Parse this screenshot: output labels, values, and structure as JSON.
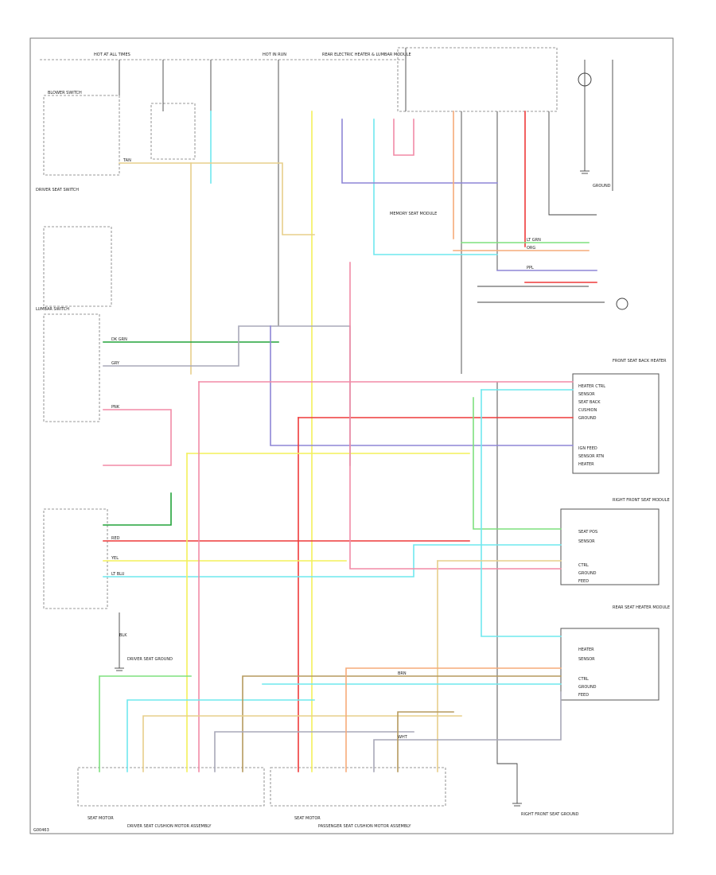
{
  "diagram": {
    "footer_code": "G00463",
    "components": {
      "blower_switch": "BLOWER SWITCH",
      "fuse_pdb_1": "HOT AT ALL TIMES",
      "fuse_pdb_2": "HOT IN RUN",
      "rear_module": "REAR ELECTRIC HEATER & LUMBAR MODULE",
      "mirror_module": "MEMORY SEAT MODULE",
      "driver_seat_switch": "DRIVER SEAT SWITCH",
      "lumbar_switch": "LUMBAR SWITCH",
      "seat_motor_left": "SEAT MOTOR",
      "seat_motor_right": "SEAT MOTOR",
      "bottom_left_assembly": "DRIVER SEAT CUSHION MOTOR ASSEMBLY",
      "bottom_right_assembly": "PASSENGER SEAT CUSHION MOTOR ASSEMBLY",
      "right_box_1": "FRONT SEAT BACK HEATER",
      "right_box_2": "RIGHT FRONT SEAT MODULE",
      "right_box_3": "REAR SEAT HEATER MODULE",
      "ground_right": "RIGHT FRONT SEAT GROUND",
      "ground_left": "DRIVER SEAT GROUND",
      "ground_center": "GROUND"
    },
    "wire_labels": {
      "ltgrn": "LT GRN",
      "dkgrn": "DK GRN",
      "red": "RED",
      "yel": "YEL",
      "pnk": "PNK",
      "tan": "TAN",
      "org": "ORG",
      "lblu": "LT BLU",
      "pur": "PPL",
      "gry": "GRY",
      "brn": "BRN",
      "blk": "BLK",
      "wht": "WHT"
    },
    "right_box_1_pins": [
      "HEATER CTRL",
      "SENSOR",
      "SEAT BACK",
      "CUSHION",
      "GROUND",
      "IGN FEED",
      "SENSOR RTN",
      "HEATER"
    ],
    "right_box_2_pins": [
      "SEAT POS",
      "SENSOR",
      "CTRL",
      "GROUND",
      "FEED"
    ],
    "right_box_3_pins": [
      "HEATER",
      "SENSOR",
      "CTRL",
      "GROUND",
      "FEED"
    ],
    "colors": {
      "lt_green": "#7ee07e",
      "dk_green": "#22a33a",
      "red": "#ee3a3a",
      "yellow": "#f3f05a",
      "pink": "#f28aa6",
      "tan": "#e7cf8b",
      "orange": "#f6ab7a",
      "lt_blue": "#6fe8ee",
      "purple": "#8d86d6",
      "gray": "#a8a8b8",
      "brown": "#b59a5e",
      "black": "#444444"
    }
  }
}
